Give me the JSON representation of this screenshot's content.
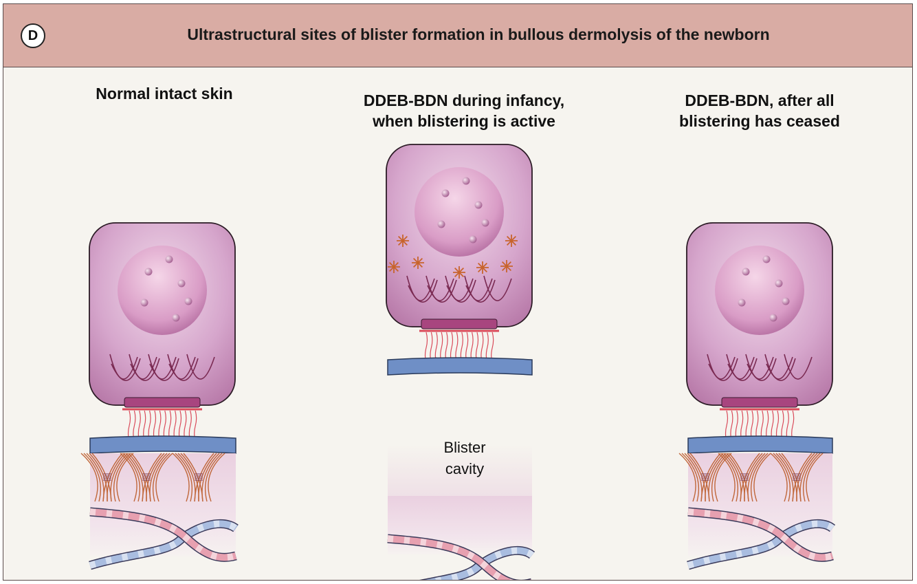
{
  "header": {
    "badge": "D",
    "title": "Ultrastructural sites of blister formation in bullous dermolysis of the newborn"
  },
  "panels": [
    {
      "id": "normal",
      "title_lines": [
        "Normal intact skin"
      ]
    },
    {
      "id": "active",
      "title_lines": [
        "DDEB-BDN during infancy,",
        "when blistering is active"
      ],
      "cavity_label": [
        "Blister",
        "cavity"
      ]
    },
    {
      "id": "ceased",
      "title_lines": [
        "DDEB-BDN, after all",
        "blistering has ceased"
      ]
    }
  ],
  "colors": {
    "header_bg": "#d9aca4",
    "background": "#f6f4ef",
    "cell": "#c98fbe",
    "nucleus": "#d9a0c9",
    "keratin": "#7a2a52",
    "hemidesmosome": "#a8457f",
    "anchoring_filaments": "#d94a5a",
    "basement_membrane": "#6f8fc6",
    "anchoring_fibrils": "#c0673a",
    "dermis_fiber_pink": "#e7a0b0",
    "dermis_fiber_blue": "#a9bde0",
    "granules": "#c8642c"
  }
}
